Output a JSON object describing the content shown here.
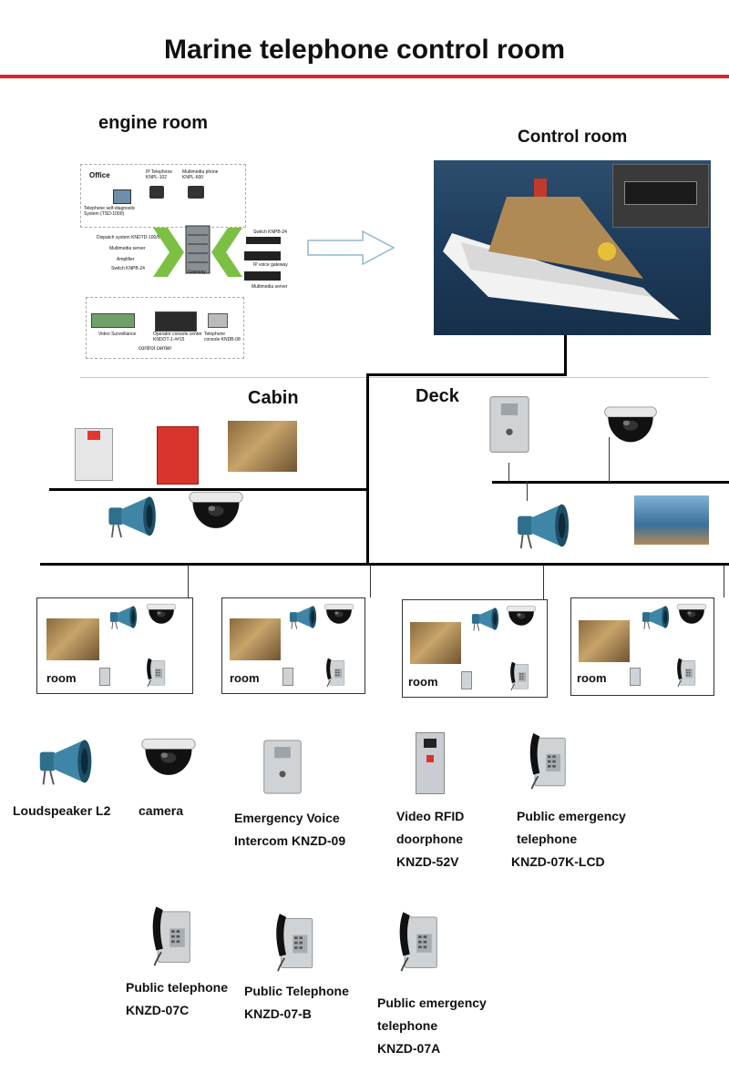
{
  "title": "Marine telephone control room",
  "sections": {
    "engine_room": "engine room",
    "control_room": "Control room",
    "cabin": "Cabin",
    "deck": "Deck"
  },
  "engine_diagram": {
    "office": "Office",
    "ip_telephone": "IP Telephone KNPL-102",
    "multimedia_phone": "Multimedia phone KNPL-600",
    "self_diagnostic": "Telephone self-diagnostic System (TSD-1000)",
    "dispatch_system": "Dispatch system KNDTD-100/500",
    "multimedia_server": "Multimedia server",
    "amplifier": "Amplifier",
    "switch": "Switch KNPB-24",
    "switch_right": "Switch KNPB-24",
    "ip_gateway": "IP voice gateway",
    "multimedia_server_right": "Multimedia server",
    "gateway": "Gateway",
    "video_surveillance": "Video Surveillance",
    "operator_console": "Operator console center KNDOT-1-##15",
    "telephone_console": "Telephone console KNDB-08",
    "control_center": "control center"
  },
  "rooms": [
    {
      "label": "room"
    },
    {
      "label": "room"
    },
    {
      "label": "room"
    },
    {
      "label": "room"
    }
  ],
  "products_row1": [
    {
      "icon": "loudspeaker-icon",
      "lines": [
        "Loudspeaker L2"
      ]
    },
    {
      "icon": "camera-icon",
      "lines": [
        "camera"
      ]
    },
    {
      "icon": "intercom-icon",
      "lines": [
        "Emergency Voice",
        "Intercom KNZD-09"
      ]
    },
    {
      "icon": "doorphone-icon",
      "lines": [
        "Video RFID",
        "doorphone",
        "KNZD-52V"
      ]
    },
    {
      "icon": "telephone-icon",
      "lines": [
        "Public emergency",
        "telephone",
        "KNZD-07K-LCD"
      ]
    }
  ],
  "products_row2": [
    {
      "icon": "telephone-icon",
      "lines": [
        "Public telephone",
        "KNZD-07C"
      ]
    },
    {
      "icon": "telephone-icon",
      "lines": [
        "Public Telephone",
        "KNZD-07-B"
      ]
    },
    {
      "icon": "telephone-icon",
      "lines": [
        "Public emergency",
        "telephone",
        "KNZD-07A"
      ]
    }
  ],
  "colors": {
    "accent_red": "#d9252a",
    "separator": "#a9d1df",
    "sea": "#1c3a5a"
  }
}
